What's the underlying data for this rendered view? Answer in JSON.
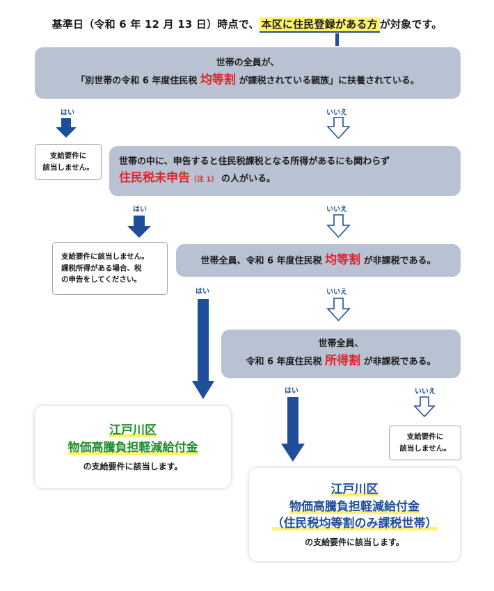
{
  "header": {
    "prefix": "基準日（令和 6 年 12 月 13 日）時点で、",
    "highlight": "本区に住民登録がある方",
    "suffix": "が対象です。"
  },
  "q1": {
    "line1": "世帯の全員が、",
    "pre": "「別世帯の令和 6 年度住民税",
    "red": "均等割",
    "post": "が課税されている親族」に扶養されている。"
  },
  "q2": {
    "line1": "世帯の中に、申告すると住民税課税となる所得があるにも関わらず",
    "red": "住民税未申告",
    "note": "（注 1）",
    "post": "の人がいる。"
  },
  "q3": {
    "pre": "世帯全員、令和 6 年度住民税",
    "red": "均等割",
    "post": "が非課税である。"
  },
  "q4": {
    "line1": "世帯全員、",
    "pre": "令和 6 年度住民税",
    "red": "所得割",
    "post": "が非課税である。"
  },
  "labels": {
    "yes": "はい",
    "no": "いいえ"
  },
  "not_eligible": {
    "line1": "支給要件に",
    "line2": "該当しません。"
  },
  "not_eligible_tax": {
    "line1": "支給要件に該当しません。",
    "line2": "課税所得がある場合、税",
    "line3": "の申告をしてください。"
  },
  "result1": {
    "line1": "江戸川区",
    "line2": "物価高騰負担軽減給付金",
    "sub": "の支給要件に該当します。"
  },
  "result2": {
    "line1": "江戸川区",
    "line2": "物価高騰負担軽減給付金",
    "line3": "（住民税均等割のみ課税世帯）",
    "sub": "の支給要件に該当します。"
  },
  "colors": {
    "navy": "#1f4e9b",
    "question_box": "#b9c2d3",
    "red": "#e3212a",
    "green": "#1e8f2b",
    "highlight": "#fff36b"
  }
}
